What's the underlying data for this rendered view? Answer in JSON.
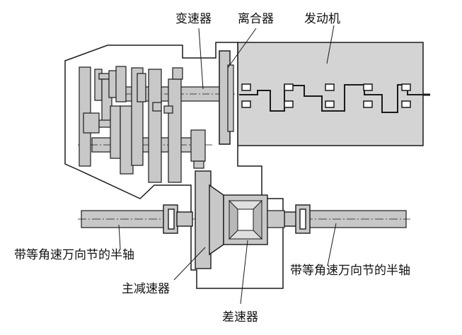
{
  "labels": {
    "transmission": "变速器",
    "clutch": "离合器",
    "engine": "发动机",
    "half_shaft_left": "带等角速万向节的半轴",
    "half_shaft_right": "带等角速万向节的半轴",
    "final_drive": "主减速器",
    "differential": "差速器"
  },
  "colors": {
    "background": "#ffffff",
    "part_fill": "#c8c8c8",
    "engine_fill": "#d4d4d4",
    "outline": "#1a1a1a"
  }
}
